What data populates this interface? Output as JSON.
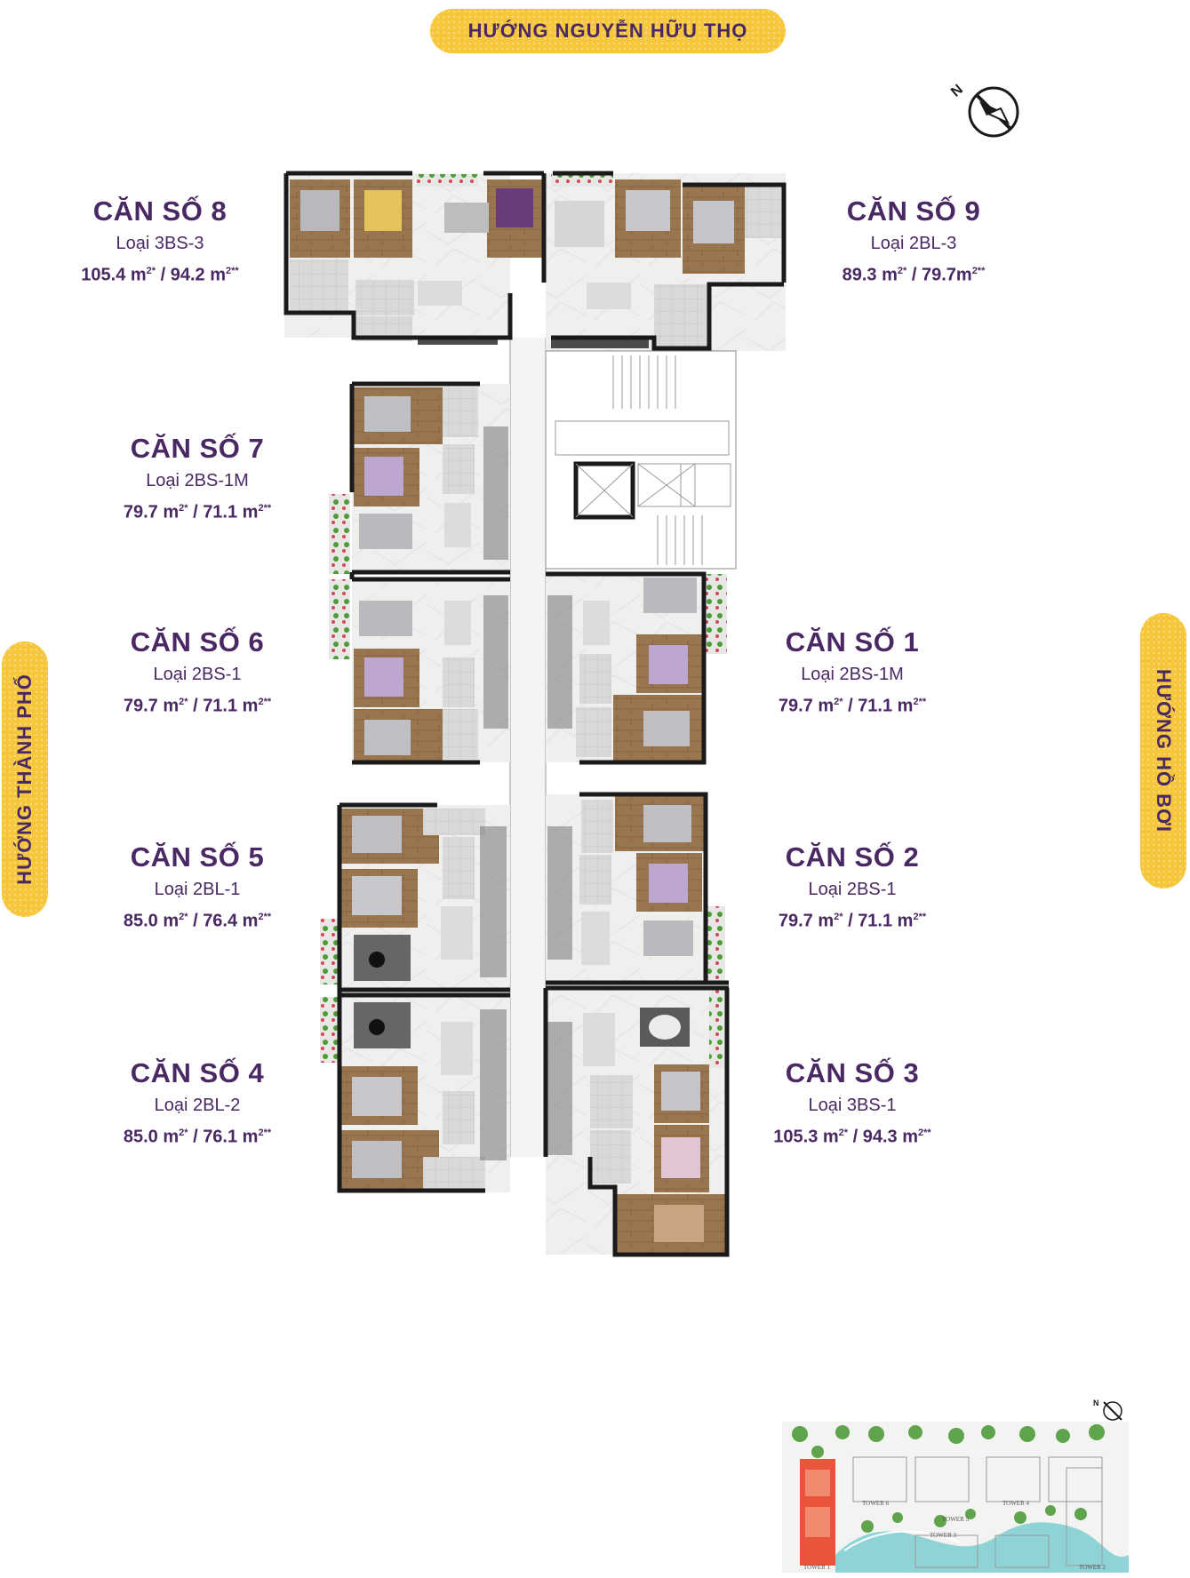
{
  "directions": {
    "top": "HƯỚNG NGUYỄN HỮU THỌ",
    "left": "HƯỚNG THÀNH PHỐ",
    "right": "HƯỚNG HỒ BƠI"
  },
  "compass": {
    "label": "N"
  },
  "units": [
    {
      "id": "8",
      "name": "CĂN SỐ 8",
      "type": "Loại 3BS-3",
      "area_1": "105.4 m",
      "sup_1": "2*",
      "sep": " / ",
      "area_2": "94.2 m",
      "sup_2": "2**"
    },
    {
      "id": "9",
      "name": "CĂN SỐ 9",
      "type": "Loại 2BL-3",
      "area_1": "89.3 m",
      "sup_1": "2*",
      "sep": " / ",
      "area_2": "79.7m",
      "sup_2": "2**"
    },
    {
      "id": "7",
      "name": "CĂN SỐ 7",
      "type": "Loại 2BS-1M",
      "area_1": "79.7 m",
      "sup_1": "2*",
      "sep": " / ",
      "area_2": "71.1 m",
      "sup_2": "2**"
    },
    {
      "id": "6",
      "name": "CĂN SỐ 6",
      "type": "Loại 2BS-1",
      "area_1": "79.7 m",
      "sup_1": "2*",
      "sep": " / ",
      "area_2": "71.1 m",
      "sup_2": "2**"
    },
    {
      "id": "1",
      "name": "CĂN SỐ 1",
      "type": "Loại 2BS-1M",
      "area_1": "79.7 m",
      "sup_1": "2*",
      "sep": " / ",
      "area_2": "71.1 m",
      "sup_2": "2**"
    },
    {
      "id": "5",
      "name": "CĂN SỐ 5",
      "type": "Loại 2BL-1",
      "area_1": "85.0 m",
      "sup_1": "2*",
      "sep": " / ",
      "area_2": "76.4 m",
      "sup_2": "2**"
    },
    {
      "id": "2",
      "name": "CĂN SỐ 2",
      "type": "Loại 2BS-1",
      "area_1": "79.7 m",
      "sup_1": "2*",
      "sep": " / ",
      "area_2": "71.1 m",
      "sup_2": "2**"
    },
    {
      "id": "4",
      "name": "CĂN SỐ 4",
      "type": "Loại 2BL-2",
      "area_1": "85.0 m",
      "sup_1": "2*",
      "sep": " / ",
      "area_2": "76.1 m",
      "sup_2": "2**"
    },
    {
      "id": "3",
      "name": "CĂN SỐ 3",
      "type": "Loại 3BS-1",
      "area_1": "105.3 m",
      "sup_1": "2*",
      "sep": " / ",
      "area_2": "94.3 m",
      "sup_2": "2**"
    }
  ],
  "site_map": {
    "tower_labels": [
      "TOWER 1",
      "TOWER 2",
      "TOWER 3",
      "TOWER 4",
      "TOWER 5",
      "TOWER 6"
    ]
  },
  "colors": {
    "label_purple": "#4a2863",
    "pill_yellow": "#f6c73d",
    "wall": "#1a1a1a",
    "wood_floor": "#9a7650",
    "tile_floor": "#ededeb",
    "water": "#8ed3d6",
    "highlight_tower": "#e8553a"
  }
}
